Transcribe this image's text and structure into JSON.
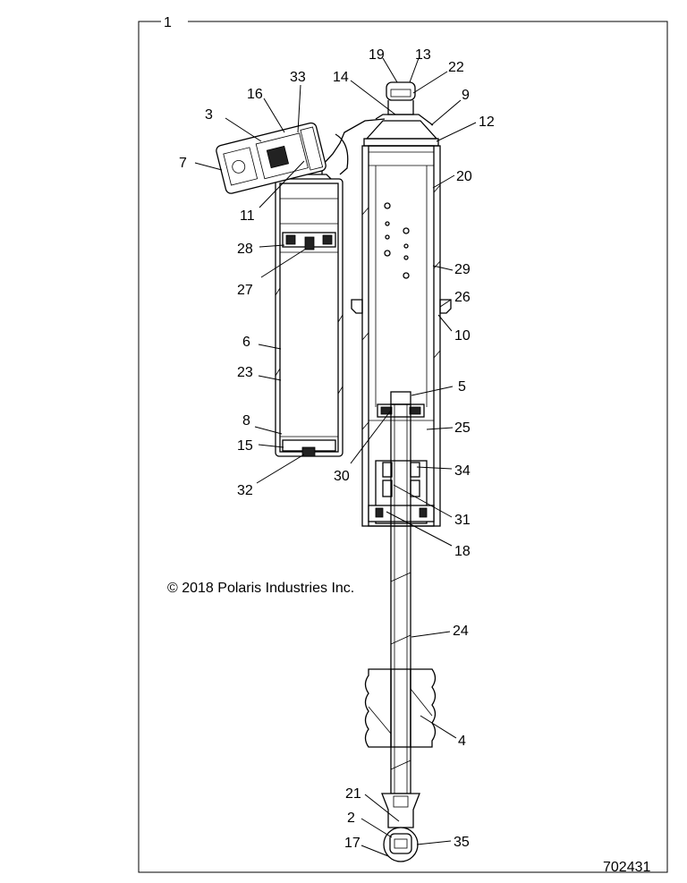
{
  "copyright": "© 2018 Polaris Industries Inc.",
  "figure_number": "702431",
  "callouts": [
    "1",
    "2",
    "3",
    "4",
    "5",
    "6",
    "7",
    "8",
    "9",
    "10",
    "11",
    "12",
    "13",
    "14",
    "15",
    "16",
    "17",
    "18",
    "19",
    "20",
    "21",
    "22",
    "23",
    "24",
    "25",
    "26",
    "27",
    "28",
    "29",
    "30",
    "31",
    "32",
    "33",
    "34",
    "35"
  ]
}
